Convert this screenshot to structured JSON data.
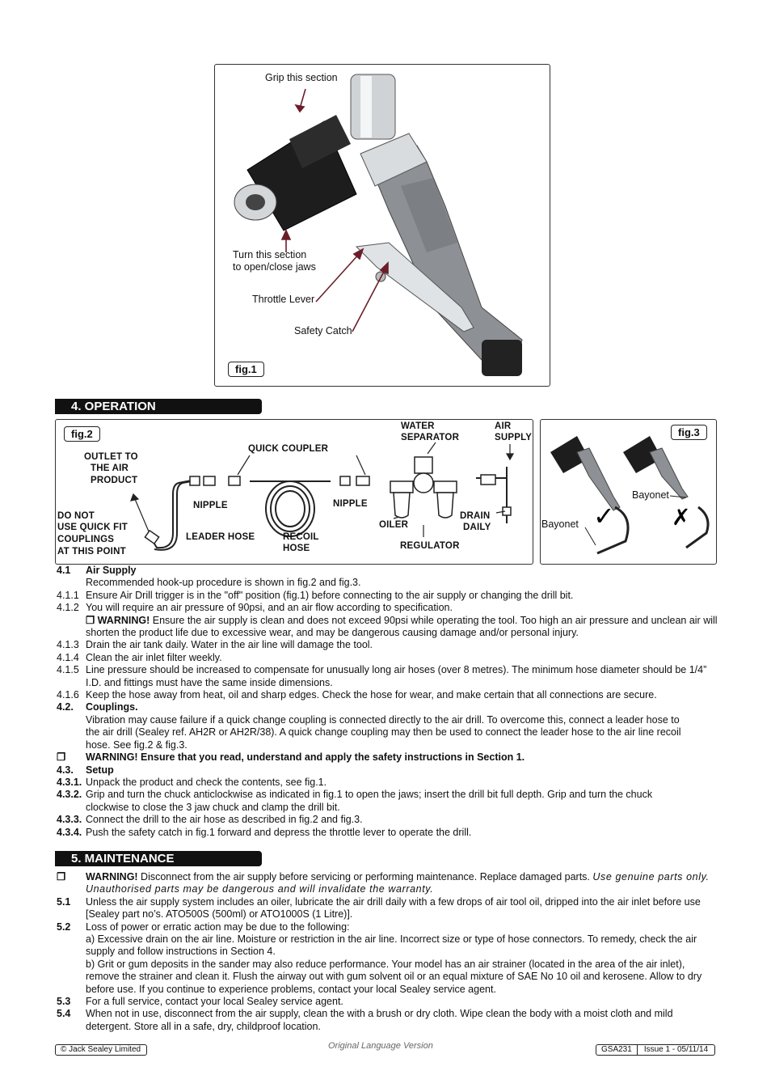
{
  "fig1": {
    "tag": "fig.1",
    "grip": "Grip this section",
    "turn1": "Turn this section",
    "turn2": "to open/close jaws",
    "throttle": "Throttle Lever",
    "catch": "Safety Catch"
  },
  "section4": {
    "title": "4.  OPERATION"
  },
  "fig2": {
    "tag": "fig.2",
    "outlet": [
      "OUTLET TO",
      "THE AIR",
      "PRODUCT"
    ],
    "donot": [
      "DO NOT",
      "USE QUICK FIT",
      "COUPLINGS",
      "AT THIS POINT"
    ],
    "quick_coupler": "QUICK COUPLER",
    "nipple_left": "NIPPLE",
    "nipple_right": "NIPPLE",
    "leader_hose": "LEADER HOSE",
    "recoil": [
      "RECOIL",
      "HOSE"
    ],
    "water": [
      "WATER",
      "SEPARATOR"
    ],
    "oiler": "OILER",
    "regulator": "REGULATOR",
    "air_supply": [
      "AIR",
      "SUPPLY"
    ],
    "drain": [
      "DRAIN",
      "DAILY"
    ]
  },
  "fig3": {
    "tag": "fig.3",
    "bayonet_left": "Bayonet",
    "bayonet_right": "Bayonet"
  },
  "operation": {
    "s41_num": "4.1",
    "s41_title": "Air Supply",
    "s41_text": "Recommended hook-up procedure is shown in fig.2 and fig.3.",
    "s411_num": "4.1.1",
    "s411": "Ensure Air Drill trigger is in the \"off\" position (fig.1) before connecting to the air supply or changing the drill bit.",
    "s412_num": "4.1.2",
    "s412": "You will require an air pressure of 90psi, and an air flow according to specification.",
    "s412_warn_label": "❐ WARNING!",
    "s412_warn": " Ensure the air supply is clean and does not exceed 90psi while operating the tool. Too high an air pressure and unclean air will shorten the product life due to excessive wear, and may be dangerous causing damage and/or personal injury.",
    "s413_num": "4.1.3",
    "s413": "Drain the air tank daily. Water in the air line will damage the tool.",
    "s414_num": "4.1.4",
    "s414": "Clean the air inlet filter weekly.",
    "s415_num": "4.1.5",
    "s415": "Line pressure should be increased to compensate for unusually long air hoses (over 8 metres). The minimum hose diameter should be 1/4” I.D. and fittings must have the same inside dimensions.",
    "s416_num": "4.1.6",
    "s416": "Keep the hose away from heat, oil and sharp edges. Check the hose for wear, and make certain that all connections are secure.",
    "s42_num": "4.2.",
    "s42_title": "Couplings.",
    "s42_text": "Vibration may cause failure if a quick change coupling is connected directly to the air drill. To overcome this, connect a leader hose to the air drill (Sealey ref. AH2R or AH2R/38). A quick change coupling may then be used to connect the leader hose to the air line recoil hose. See fig.2 & fig.3.",
    "warn_box": "❐",
    "s42_warn": "WARNING! Ensure that you read, understand and apply the safety instructions in Section 1.",
    "s43_num": "4.3.",
    "s43_title": "Setup",
    "s431_num": "4.3.1.",
    "s431": "Unpack the product and check the contents, see fig.1.",
    "s432_num": "4.3.2.",
    "s432": "Grip and turn the chuck anticlockwise as indicated in fig.1 to open the jaws; insert the drill bit full depth. Grip and turn the chuck clockwise to close the 3 jaw chuck and clamp the drill bit.",
    "s433_num": "4.3.3.",
    "s433": "Connect the drill to the air hose as described in fig.2 and fig.3.",
    "s434_num": "4.3.4.",
    "s434": "Push the safety catch in fig.1 forward and depress the throttle lever to operate the drill."
  },
  "section5": {
    "title": "5.  MAINTENANCE"
  },
  "maintenance": {
    "warn_box": "❐",
    "warn_label": "WARNING!",
    "warn_text": " Disconnect from the air supply before servicing or performing maintenance. Replace damaged parts. ",
    "warn_italic": "Use genuine parts only. Unauthorised parts may be dangerous and will invalidate the warranty.",
    "s51_num": "5.1",
    "s51": "Unless the air supply system includes an oiler, lubricate the air drill daily with a few drops of air tool oil, dripped into the air inlet before use [Sealey part no’s. ATO500S (500ml) or ATO1000S (1 Litre)].",
    "s52_num": "5.2",
    "s52": "Loss of power or erratic action may be due to the following:",
    "s52a": "a)  Excessive drain on the air line. Moisture or restriction in the air line. Incorrect size or type of hose connectors. To remedy, check the air supply and follow instructions in Section 4.",
    "s52b": "b)  Grit or gum deposits in the sander may also reduce performance. Your model has an air strainer (located in the area of the air inlet),  remove the strainer and clean it. Flush the airway out with gum solvent oil or an equal mixture of SAE No 10 oil and kerosene. Allow to dry before use. If you continue to experience problems, contact your local Sealey service agent.",
    "s53_num": "5.3",
    "s53": "For a full service, contact your local Sealey service agent.",
    "s54_num": "5.4",
    "s54": "When not in use, disconnect from the air supply, clean the with a brush or dry cloth. Wipe clean the body with a moist cloth and mild detergent. Store all in a safe, dry, childproof location."
  },
  "footer": {
    "copyright": "© Jack Sealey Limited",
    "center": "Original Language Version",
    "code": "GSA231",
    "issue": "Issue 1 - 05/11/14"
  }
}
